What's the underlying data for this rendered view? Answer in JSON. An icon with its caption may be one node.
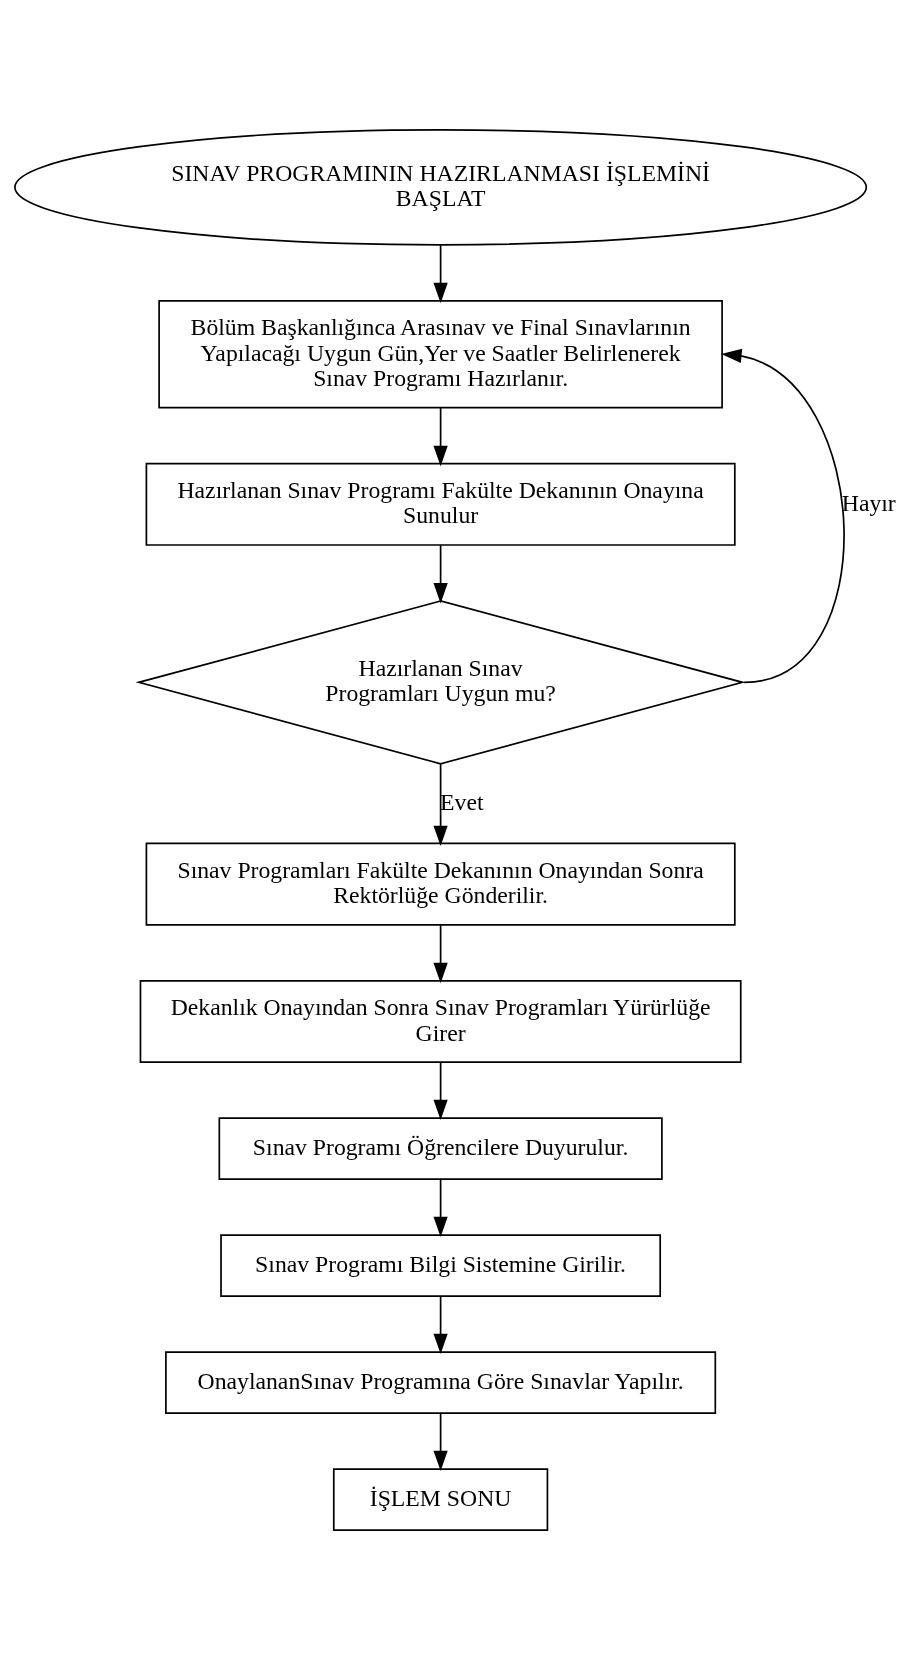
{
  "diagram": {
    "nodes": [
      {
        "text": [
          "SINAV PROGRAMININ HAZIRLANMASI İŞLEMİNİ BAŞLAT"
        ]
      },
      {
        "text": [
          "Bölüm Başkanlığınca Arasınav ve Final Sınavlarının Yapılacağı Uygun Gün,Yer ve Saatler Belirlenerek Sınav Programı Hazırlanır."
        ]
      },
      {
        "text": [
          "Hazırlanan Sınav Programı Fakülte Dekanının Onayına Sunulur"
        ]
      },
      {
        "text": [
          "Hazırlanan Sınav Programları Uygun mu?"
        ]
      },
      {
        "text": [
          "Sınav Programları Fakülte Dekanının Onayından Sonra Rektörlüğe Gönderilir."
        ]
      },
      {
        "text": [
          "Dekanlık Onayından Sonra Sınav Programları Yürürlüğe Girer"
        ]
      },
      {
        "text": [
          "Sınav Programı Öğrencilere Duyurulur."
        ]
      },
      {
        "text": [
          "Sınav Programı Bilgi Sistemine Girilir."
        ]
      },
      {
        "text": [
          "OnaylananSınav Programına Göre Sınavlar Yapılır."
        ]
      },
      {
        "text": [
          "İŞLEM SONU"
        ]
      }
    ],
    "edges": [
      {
        "from": 0,
        "to": 1,
        "arrow": "to"
      },
      {
        "from": 1,
        "to": 2,
        "arrow": "to"
      },
      {
        "from": 2,
        "to": 3,
        "arrow": "to"
      },
      {
        "from": 3,
        "to": 4,
        "arrow": "to",
        "label": "Evet"
      },
      {
        "from": 3,
        "to": 1,
        "arrow": "to",
        "label": "Hayır"
      },
      {
        "from": 4,
        "to": 5,
        "arrow": "to"
      },
      {
        "from": 5,
        "to": 6,
        "arrow": "to"
      },
      {
        "from": 6,
        "to": 7,
        "arrow": "to"
      },
      {
        "from": 7,
        "to": 8,
        "arrow": "to"
      },
      {
        "from": 8,
        "to": 9,
        "arrow": "to"
      }
    ]
  }
}
